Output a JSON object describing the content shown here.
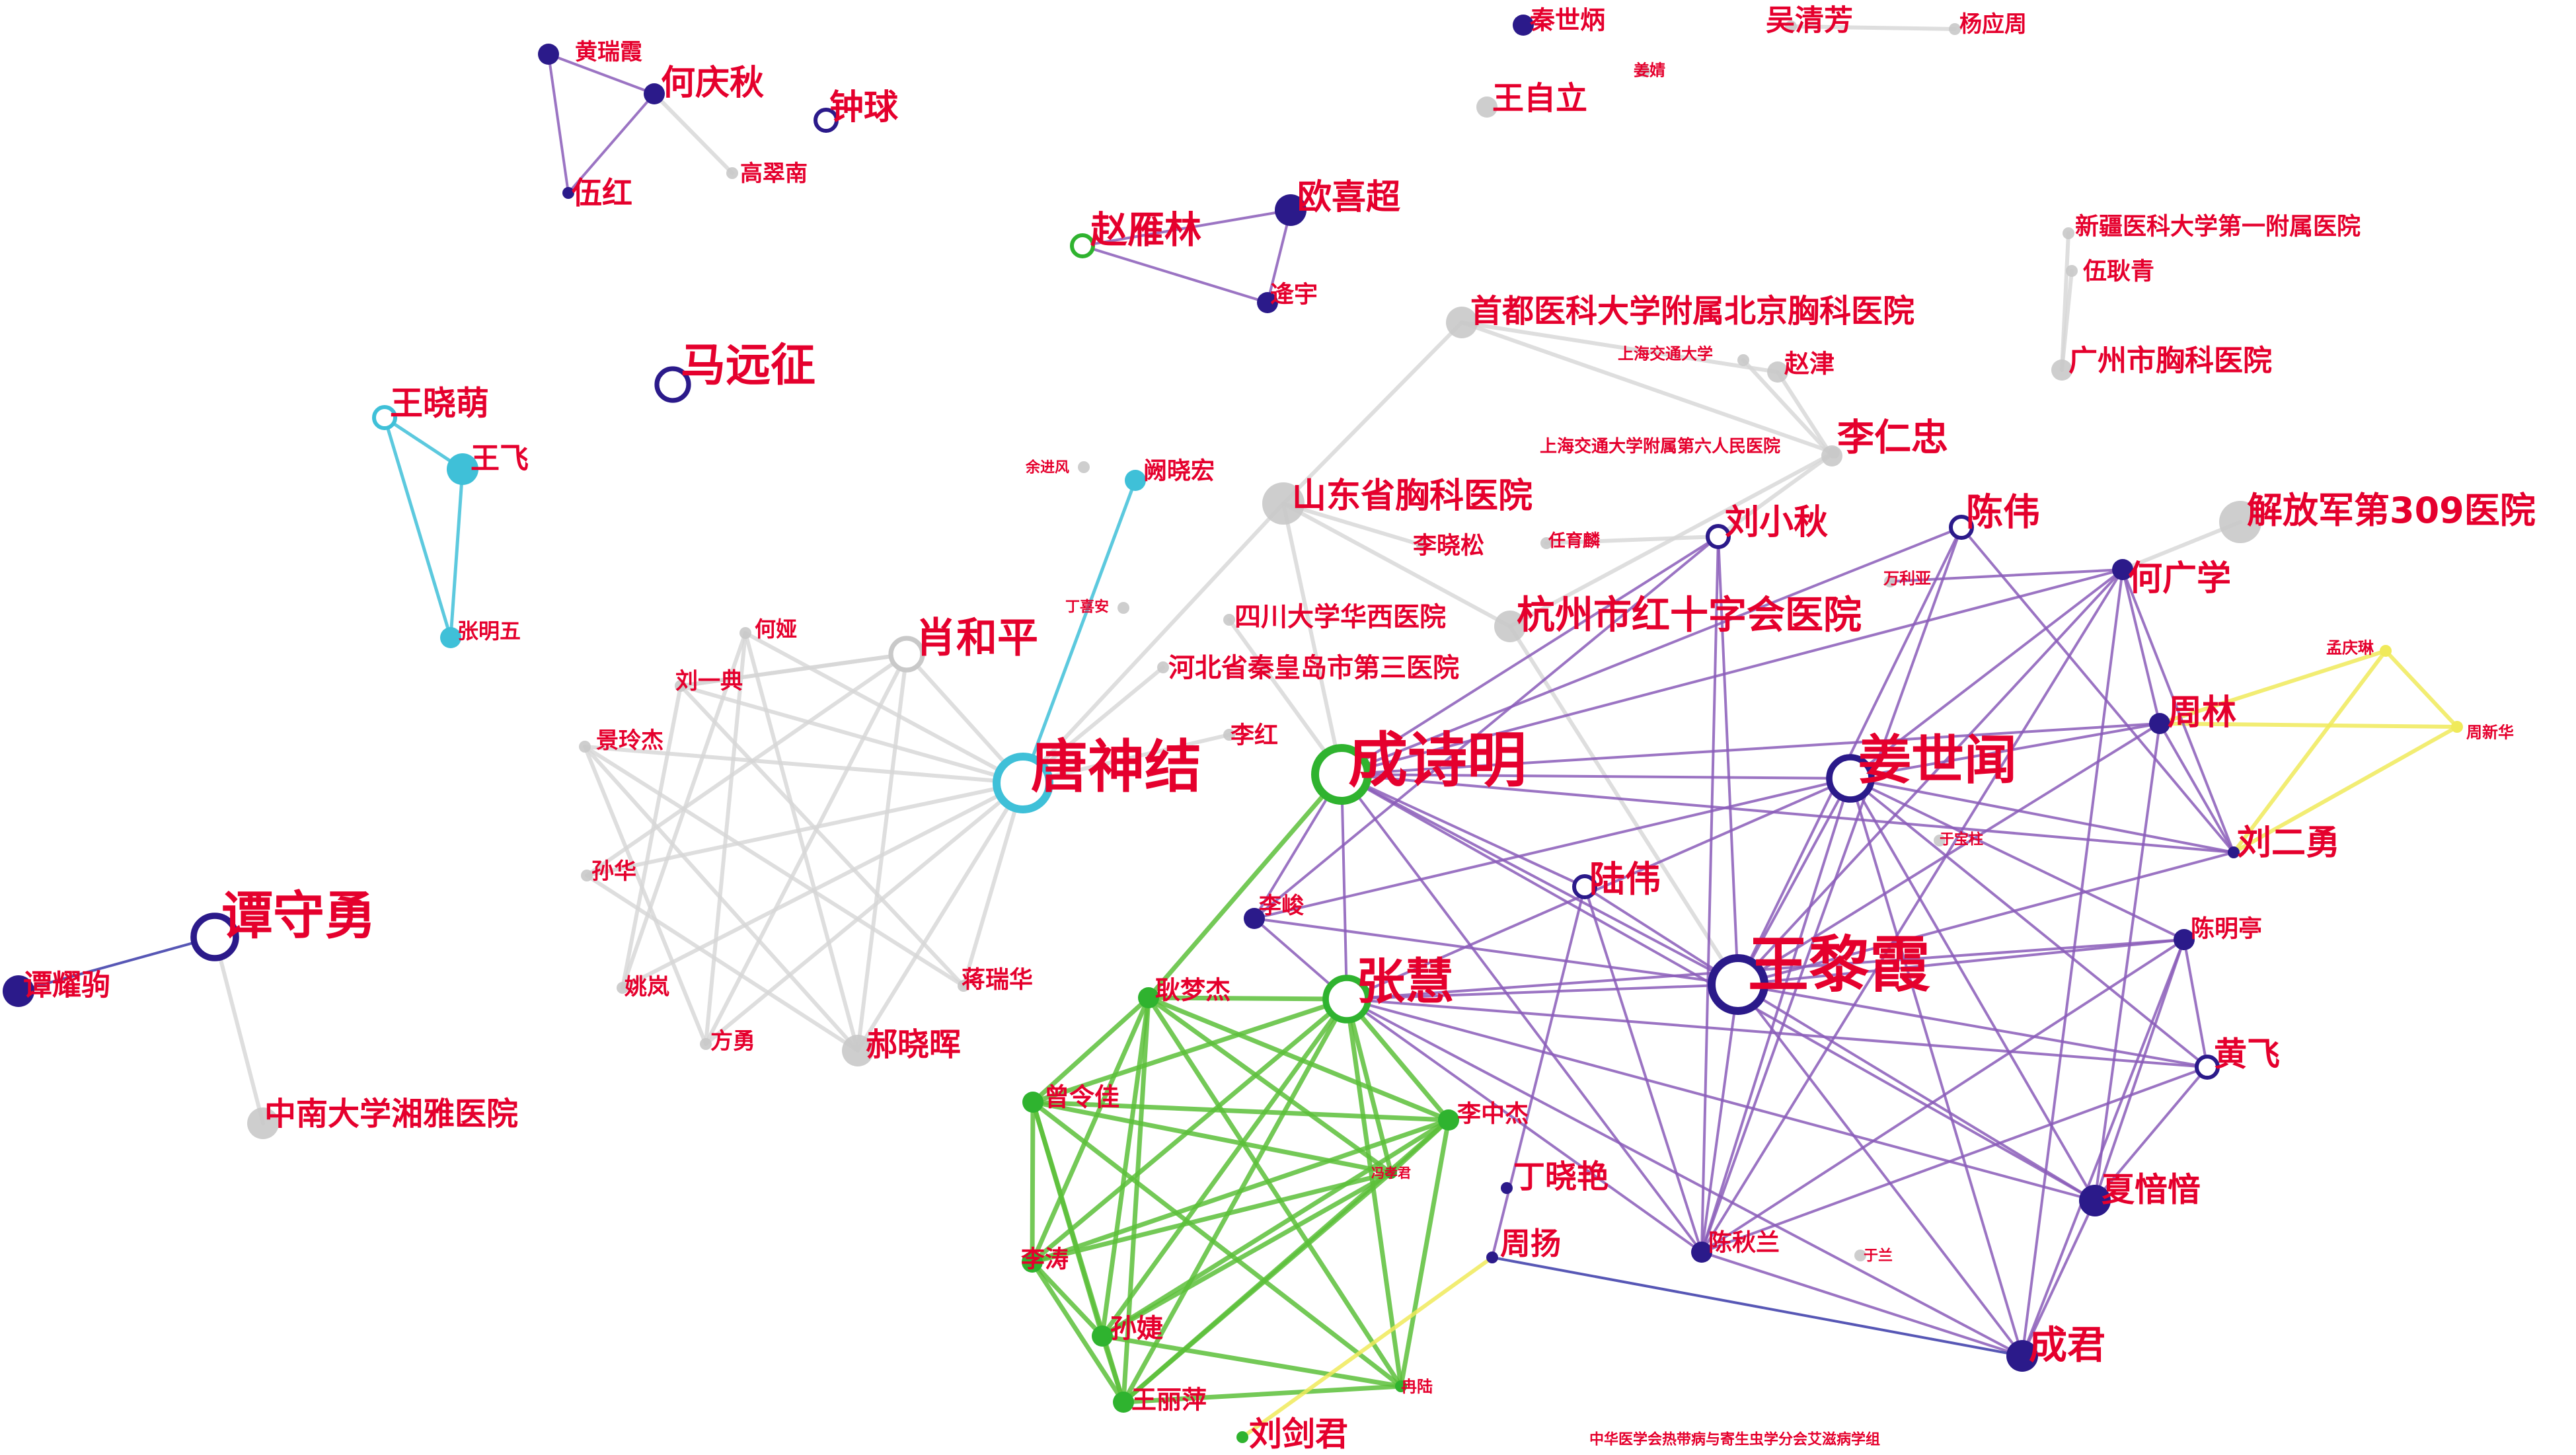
{
  "colors": {
    "label": "#e5002d",
    "white_cluster": "#c9c9c9",
    "purple_cluster": "#2b1a8a",
    "purple_edge": "#8a5cb8",
    "green_cluster": "#2fb32f",
    "green_edge": "#5cbf3a",
    "cyan_cluster": "#3fc0d8",
    "yellow_edge": "#f0ea5a",
    "gray_edge": "#d6d6d6",
    "blue_edge": "#3a3aa8"
  },
  "nodes": [
    {
      "id": "n1",
      "label": "黄瑞霞",
      "group": "purple",
      "ring": false,
      "size": "s"
    },
    {
      "id": "n2",
      "label": "何庆秋",
      "group": "purple",
      "ring": false,
      "size": "s"
    },
    {
      "id": "n3",
      "label": "伍红",
      "group": "purple",
      "ring": false,
      "size": "xs"
    },
    {
      "id": "n4",
      "label": "钟球",
      "group": "purple",
      "ring": true,
      "size": "s"
    },
    {
      "id": "n5",
      "label": "高翠南",
      "group": "gray",
      "ring": false,
      "size": "xs"
    },
    {
      "id": "n6",
      "label": "秦世炳",
      "group": "purple",
      "ring": false,
      "size": "s"
    },
    {
      "id": "n7",
      "label": "吴清芳",
      "group": "gray",
      "ring": false,
      "size": "xs"
    },
    {
      "id": "n8",
      "label": "杨应周",
      "group": "gray",
      "ring": false,
      "size": "xs"
    },
    {
      "id": "n9",
      "label": "王自立",
      "group": "gray",
      "ring": false,
      "size": "s"
    },
    {
      "id": "n10",
      "label": "姜婧",
      "group": "gray",
      "ring": false,
      "size": "xs"
    },
    {
      "id": "n11",
      "label": "赵雁林",
      "group": "green",
      "ring": true,
      "size": "s"
    },
    {
      "id": "n12",
      "label": "欧喜超",
      "group": "purple",
      "ring": false,
      "size": "m"
    },
    {
      "id": "n13",
      "label": "逄宇",
      "group": "purple",
      "ring": false,
      "size": "s"
    },
    {
      "id": "n14",
      "label": "新疆医科大学第一附属医院",
      "group": "gray",
      "ring": false,
      "size": "xs"
    },
    {
      "id": "n15",
      "label": "伍耿青",
      "group": "gray",
      "ring": false,
      "size": "xs"
    },
    {
      "id": "n16",
      "label": "首都医科大学附属北京胸科医院",
      "group": "gray",
      "ring": false,
      "size": "m"
    },
    {
      "id": "n17",
      "label": "广州市胸科医院",
      "group": "gray",
      "ring": false,
      "size": "s"
    },
    {
      "id": "n18",
      "label": "上海交通大学",
      "group": "gray",
      "ring": false,
      "size": "xs"
    },
    {
      "id": "n19",
      "label": "赵津",
      "group": "gray",
      "ring": false,
      "size": "s"
    },
    {
      "id": "n20",
      "label": "马远征",
      "group": "purple",
      "ring": true,
      "size": "m"
    },
    {
      "id": "n21",
      "label": "王晓萌",
      "group": "cyan",
      "ring": true,
      "size": "s"
    },
    {
      "id": "n22",
      "label": "王飞",
      "group": "cyan",
      "ring": false,
      "size": "m"
    },
    {
      "id": "n23",
      "label": "张明五",
      "group": "cyan",
      "ring": false,
      "size": "s"
    },
    {
      "id": "n24",
      "label": "上海交通大学附属第六人民医院",
      "group": "gray",
      "ring": false,
      "size": "xs"
    },
    {
      "id": "n25",
      "label": "李仁忠",
      "group": "gray",
      "ring": false,
      "size": "s"
    },
    {
      "id": "n26",
      "label": "余进风",
      "group": "gray",
      "ring": false,
      "size": "xs"
    },
    {
      "id": "n27",
      "label": "阙晓宏",
      "group": "cyan",
      "ring": false,
      "size": "s"
    },
    {
      "id": "n28",
      "label": "山东省胸科医院",
      "group": "gray",
      "ring": false,
      "size": "l"
    },
    {
      "id": "n29",
      "label": "刘小秋",
      "group": "purple",
      "ring": true,
      "size": "s"
    },
    {
      "id": "n30",
      "label": "陈伟",
      "group": "purple",
      "ring": true,
      "size": "s"
    },
    {
      "id": "n31",
      "label": "解放军第309医院",
      "group": "gray",
      "ring": false,
      "size": "l"
    },
    {
      "id": "n32",
      "label": "李晓松",
      "group": "gray",
      "ring": false,
      "size": "xs"
    },
    {
      "id": "n33",
      "label": "任育麟",
      "group": "gray",
      "ring": false,
      "size": "xs"
    },
    {
      "id": "n34",
      "label": "何广学",
      "group": "purple",
      "ring": false,
      "size": "s"
    },
    {
      "id": "n35",
      "label": "万利亚",
      "group": "gray",
      "ring": false,
      "size": "xs"
    },
    {
      "id": "n36",
      "label": "丁喜安",
      "group": "gray",
      "ring": false,
      "size": "xs"
    },
    {
      "id": "n37",
      "label": "四川大学华西医院",
      "group": "gray",
      "ring": false,
      "size": "xs"
    },
    {
      "id": "n38",
      "label": "杭州市红十字会医院",
      "group": "gray",
      "ring": false,
      "size": "m"
    },
    {
      "id": "n39",
      "label": "何娅",
      "group": "gray",
      "ring": false,
      "size": "xs"
    },
    {
      "id": "n40",
      "label": "肖和平",
      "group": "gray",
      "ring": true,
      "size": "m"
    },
    {
      "id": "n41",
      "label": "刘一典",
      "group": "gray",
      "ring": false,
      "size": "xs"
    },
    {
      "id": "n42",
      "label": "河北省秦皇岛市第三医院",
      "group": "gray",
      "ring": false,
      "size": "xs"
    },
    {
      "id": "n43",
      "label": "孟庆琳",
      "group": "yellow",
      "ring": false,
      "size": "xs"
    },
    {
      "id": "n44",
      "label": "周林",
      "group": "purple",
      "ring": false,
      "size": "s"
    },
    {
      "id": "n45",
      "label": "周新华",
      "group": "yellow",
      "ring": false,
      "size": "xs"
    },
    {
      "id": "n46",
      "label": "景玲杰",
      "group": "gray",
      "ring": false,
      "size": "xs"
    },
    {
      "id": "n47",
      "label": "李红",
      "group": "gray",
      "ring": false,
      "size": "xs"
    },
    {
      "id": "n48",
      "label": "唐神结",
      "group": "cyan",
      "ring": true,
      "size": "xl"
    },
    {
      "id": "n49",
      "label": "成诗明",
      "group": "green",
      "ring": true,
      "size": "xl"
    },
    {
      "id": "n50",
      "label": "姜世闻",
      "group": "purple",
      "ring": true,
      "size": "l"
    },
    {
      "id": "n51",
      "label": "刘二勇",
      "group": "purple",
      "ring": false,
      "size": "xs"
    },
    {
      "id": "n52",
      "label": "于宝柱",
      "group": "gray",
      "ring": false,
      "size": "xs"
    },
    {
      "id": "n53",
      "label": "孙华",
      "group": "gray",
      "ring": false,
      "size": "xs"
    },
    {
      "id": "n54",
      "label": "陆伟",
      "group": "purple",
      "ring": true,
      "size": "s"
    },
    {
      "id": "n55",
      "label": "谭守勇",
      "group": "purple",
      "ring": true,
      "size": "l"
    },
    {
      "id": "n56",
      "label": "李峻",
      "group": "purple",
      "ring": false,
      "size": "s"
    },
    {
      "id": "n57",
      "label": "王黎霞",
      "group": "purple",
      "ring": true,
      "size": "xl"
    },
    {
      "id": "n58",
      "label": "陈明亭",
      "group": "purple",
      "ring": false,
      "size": "s"
    },
    {
      "id": "n59",
      "label": "谭耀驹",
      "group": "purple",
      "ring": false,
      "size": "m"
    },
    {
      "id": "n60",
      "label": "姚岚",
      "group": "gray",
      "ring": false,
      "size": "xs"
    },
    {
      "id": "n61",
      "label": "耿梦杰",
      "group": "green",
      "ring": false,
      "size": "s"
    },
    {
      "id": "n62",
      "label": "张慧",
      "group": "green",
      "ring": true,
      "size": "l"
    },
    {
      "id": "n63",
      "label": "蒋瑞华",
      "group": "gray",
      "ring": false,
      "size": "xs"
    },
    {
      "id": "n64",
      "label": "方勇",
      "group": "gray",
      "ring": false,
      "size": "xs"
    },
    {
      "id": "n65",
      "label": "郝晓晖",
      "group": "gray",
      "ring": false,
      "size": "m"
    },
    {
      "id": "n66",
      "label": "黄飞",
      "group": "purple",
      "ring": true,
      "size": "s"
    },
    {
      "id": "n67",
      "label": "曾令佳",
      "group": "green",
      "ring": false,
      "size": "s"
    },
    {
      "id": "n68",
      "label": "中南大学湘雅医院",
      "group": "gray",
      "ring": false,
      "size": "m"
    },
    {
      "id": "n69",
      "label": "李中杰",
      "group": "green",
      "ring": false,
      "size": "s"
    },
    {
      "id": "n70",
      "label": "冯孝君",
      "group": "green",
      "ring": false,
      "size": "xs"
    },
    {
      "id": "n71",
      "label": "丁晓艳",
      "group": "purple",
      "ring": false,
      "size": "xs"
    },
    {
      "id": "n72",
      "label": "夏愔愔",
      "group": "purple",
      "ring": false,
      "size": "m"
    },
    {
      "id": "n73",
      "label": "周扬",
      "group": "purple",
      "ring": false,
      "size": "xs"
    },
    {
      "id": "n74",
      "label": "李涛",
      "group": "green",
      "ring": false,
      "size": "s"
    },
    {
      "id": "n75",
      "label": "陈秋兰",
      "group": "purple",
      "ring": false,
      "size": "s"
    },
    {
      "id": "n76",
      "label": "于兰",
      "group": "gray",
      "ring": false,
      "size": "xs"
    },
    {
      "id": "n77",
      "label": "孙婕",
      "group": "green",
      "ring": false,
      "size": "s"
    },
    {
      "id": "n78",
      "label": "成君",
      "group": "purple",
      "ring": false,
      "size": "m"
    },
    {
      "id": "n79",
      "label": "王丽萍",
      "group": "green",
      "ring": false,
      "size": "s"
    },
    {
      "id": "n80",
      "label": "冉陆",
      "group": "green",
      "ring": false,
      "size": "xs"
    },
    {
      "id": "n81",
      "label": "刘剑君",
      "group": "green",
      "ring": false,
      "size": "xs"
    },
    {
      "id": "n82",
      "label": "中华医学会热带病与寄生虫学分会艾滋病学组",
      "group": "gray",
      "ring": false,
      "size": "none"
    }
  ],
  "edges": [
    [
      "n1",
      "n2",
      "purple"
    ],
    [
      "n1",
      "n3",
      "purple"
    ],
    [
      "n2",
      "n3",
      "purple"
    ],
    [
      "n2",
      "n5",
      "gray"
    ],
    [
      "n7",
      "n8",
      "gray"
    ],
    [
      "n11",
      "n12",
      "purple"
    ],
    [
      "n11",
      "n13",
      "purple"
    ],
    [
      "n12",
      "n13",
      "purple"
    ],
    [
      "n21",
      "n22",
      "cyan"
    ],
    [
      "n21",
      "n23",
      "cyan"
    ],
    [
      "n22",
      "n23",
      "cyan"
    ],
    [
      "n27",
      "n48",
      "cyan"
    ],
    [
      "n55",
      "n59",
      "blue"
    ],
    [
      "n55",
      "n68",
      "gray"
    ],
    [
      "n43",
      "n45",
      "yellow"
    ],
    [
      "n43",
      "n51",
      "yellow"
    ],
    [
      "n45",
      "n51",
      "yellow"
    ],
    [
      "n43",
      "n44",
      "yellow"
    ],
    [
      "n44",
      "n45",
      "yellow"
    ],
    [
      "n48",
      "n40",
      "gray"
    ],
    [
      "n48",
      "n39",
      "gray"
    ],
    [
      "n48",
      "n41",
      "gray"
    ],
    [
      "n48",
      "n46",
      "gray"
    ],
    [
      "n48",
      "n53",
      "gray"
    ],
    [
      "n48",
      "n60",
      "gray"
    ],
    [
      "n48",
      "n64",
      "gray"
    ],
    [
      "n48",
      "n65",
      "gray"
    ],
    [
      "n48",
      "n63",
      "gray"
    ],
    [
      "n48",
      "n47",
      "gray"
    ],
    [
      "n48",
      "n28",
      "gray"
    ],
    [
      "n48",
      "n42",
      "gray"
    ],
    [
      "n40",
      "n65",
      "gray"
    ],
    [
      "n40",
      "n64",
      "gray"
    ],
    [
      "n40",
      "n53",
      "gray"
    ],
    [
      "n40",
      "n41",
      "gray"
    ],
    [
      "n39",
      "n65",
      "gray"
    ],
    [
      "n41",
      "n63",
      "gray"
    ],
    [
      "n46",
      "n63",
      "gray"
    ],
    [
      "n46",
      "n64",
      "gray"
    ],
    [
      "n53",
      "n65",
      "gray"
    ],
    [
      "n60",
      "n41",
      "gray"
    ],
    [
      "n39",
      "n60",
      "gray"
    ],
    [
      "n46",
      "n65",
      "gray"
    ],
    [
      "n64",
      "n39",
      "gray"
    ],
    [
      "n41",
      "n40",
      "gray"
    ],
    [
      "n16",
      "n24",
      "gray"
    ],
    [
      "n16",
      "n19",
      "gray"
    ],
    [
      "n18",
      "n25",
      "gray"
    ],
    [
      "n19",
      "n25",
      "gray"
    ],
    [
      "n24",
      "n38",
      "gray"
    ],
    [
      "n28",
      "n38",
      "gray"
    ],
    [
      "n28",
      "n49",
      "gray"
    ],
    [
      "n28",
      "n32",
      "gray"
    ],
    [
      "n33",
      "n29",
      "gray"
    ],
    [
      "n37",
      "n49",
      "gray"
    ],
    [
      "n38",
      "n57",
      "gray"
    ],
    [
      "n16",
      "n28",
      "gray"
    ],
    [
      "n24",
      "n29",
      "gray"
    ],
    [
      "n14",
      "n17",
      "gray"
    ],
    [
      "n15",
      "n17",
      "gray"
    ],
    [
      "n31",
      "n34",
      "gray"
    ],
    [
      "n49",
      "n29",
      "purple"
    ],
    [
      "n49",
      "n30",
      "purple"
    ],
    [
      "n49",
      "n50",
      "purple"
    ],
    [
      "n49",
      "n57",
      "purple"
    ],
    [
      "n49",
      "n54",
      "purple"
    ],
    [
      "n49",
      "n56",
      "purple"
    ],
    [
      "n49",
      "n62",
      "purple"
    ],
    [
      "n49",
      "n34",
      "purple"
    ],
    [
      "n49",
      "n44",
      "purple"
    ],
    [
      "n49",
      "n51",
      "purple"
    ],
    [
      "n49",
      "n72",
      "purple"
    ],
    [
      "n49",
      "n75",
      "purple"
    ],
    [
      "n50",
      "n57",
      "purple"
    ],
    [
      "n50",
      "n56",
      "purple"
    ],
    [
      "n50",
      "n34",
      "purple"
    ],
    [
      "n50",
      "n44",
      "purple"
    ],
    [
      "n50",
      "n51",
      "purple"
    ],
    [
      "n50",
      "n62",
      "purple"
    ],
    [
      "n50",
      "n66",
      "purple"
    ],
    [
      "n50",
      "n58",
      "purple"
    ],
    [
      "n50",
      "n78",
      "purple"
    ],
    [
      "n50",
      "n75",
      "purple"
    ],
    [
      "n50",
      "n72",
      "purple"
    ],
    [
      "n57",
      "n62",
      "purple"
    ],
    [
      "n57",
      "n58",
      "purple"
    ],
    [
      "n57",
      "n66",
      "purple"
    ],
    [
      "n57",
      "n72",
      "purple"
    ],
    [
      "n57",
      "n78",
      "purple"
    ],
    [
      "n57",
      "n75",
      "purple"
    ],
    [
      "n57",
      "n54",
      "purple"
    ],
    [
      "n57",
      "n56",
      "purple"
    ],
    [
      "n57",
      "n34",
      "purple"
    ],
    [
      "n57",
      "n44",
      "purple"
    ],
    [
      "n57",
      "n51",
      "purple"
    ],
    [
      "n57",
      "n29",
      "purple"
    ],
    [
      "n57",
      "n30",
      "purple"
    ],
    [
      "n34",
      "n44",
      "purple"
    ],
    [
      "n34",
      "n51",
      "purple"
    ],
    [
      "n34",
      "n35",
      "purple"
    ],
    [
      "n34",
      "n75",
      "purple"
    ],
    [
      "n34",
      "n78",
      "purple"
    ],
    [
      "n44",
      "n51",
      "purple"
    ],
    [
      "n44",
      "n72",
      "purple"
    ],
    [
      "n30",
      "n75",
      "purple"
    ],
    [
      "n30",
      "n51",
      "purple"
    ],
    [
      "n29",
      "n75",
      "purple"
    ],
    [
      "n29",
      "n56",
      "purple"
    ],
    [
      "n58",
      "n66",
      "purple"
    ],
    [
      "n58",
      "n72",
      "purple"
    ],
    [
      "n58",
      "n78",
      "purple"
    ],
    [
      "n58",
      "n75",
      "purple"
    ],
    [
      "n66",
      "n72",
      "purple"
    ],
    [
      "n66",
      "n75",
      "purple"
    ],
    [
      "n72",
      "n78",
      "purple"
    ],
    [
      "n75",
      "n78",
      "purple"
    ],
    [
      "n54",
      "n75",
      "purple"
    ],
    [
      "n54",
      "n73",
      "purple"
    ],
    [
      "n62",
      "n75",
      "purple"
    ],
    [
      "n62",
      "n78",
      "purple"
    ],
    [
      "n62",
      "n66",
      "purple"
    ],
    [
      "n62",
      "n58",
      "purple"
    ],
    [
      "n56",
      "n62",
      "purple"
    ],
    [
      "n62",
      "n72",
      "purple"
    ],
    [
      "n73",
      "n78",
      "blue"
    ],
    [
      "n62",
      "n61",
      "green"
    ],
    [
      "n62",
      "n67",
      "green"
    ],
    [
      "n62",
      "n69",
      "green"
    ],
    [
      "n62",
      "n70",
      "green"
    ],
    [
      "n62",
      "n74",
      "green"
    ],
    [
      "n62",
      "n77",
      "green"
    ],
    [
      "n62",
      "n79",
      "green"
    ],
    [
      "n62",
      "n80",
      "green"
    ],
    [
      "n61",
      "n67",
      "green"
    ],
    [
      "n61",
      "n69",
      "green"
    ],
    [
      "n61",
      "n70",
      "green"
    ],
    [
      "n61",
      "n74",
      "green"
    ],
    [
      "n61",
      "n77",
      "green"
    ],
    [
      "n61",
      "n79",
      "green"
    ],
    [
      "n61",
      "n80",
      "green"
    ],
    [
      "n67",
      "n69",
      "green"
    ],
    [
      "n67",
      "n70",
      "green"
    ],
    [
      "n67",
      "n74",
      "green"
    ],
    [
      "n67",
      "n77",
      "green"
    ],
    [
      "n67",
      "n79",
      "green"
    ],
    [
      "n67",
      "n80",
      "green"
    ],
    [
      "n69",
      "n70",
      "green"
    ],
    [
      "n69",
      "n74",
      "green"
    ],
    [
      "n69",
      "n77",
      "green"
    ],
    [
      "n69",
      "n79",
      "green"
    ],
    [
      "n69",
      "n80",
      "green"
    ],
    [
      "n70",
      "n74",
      "green"
    ],
    [
      "n70",
      "n77",
      "green"
    ],
    [
      "n70",
      "n79",
      "green"
    ],
    [
      "n74",
      "n77",
      "green"
    ],
    [
      "n74",
      "n79",
      "green"
    ],
    [
      "n77",
      "n79",
      "green"
    ],
    [
      "n77",
      "n80",
      "green"
    ],
    [
      "n79",
      "n80",
      "green"
    ],
    [
      "n73",
      "n81",
      "yellow"
    ],
    [
      "n49",
      "n61",
      "green"
    ]
  ]
}
